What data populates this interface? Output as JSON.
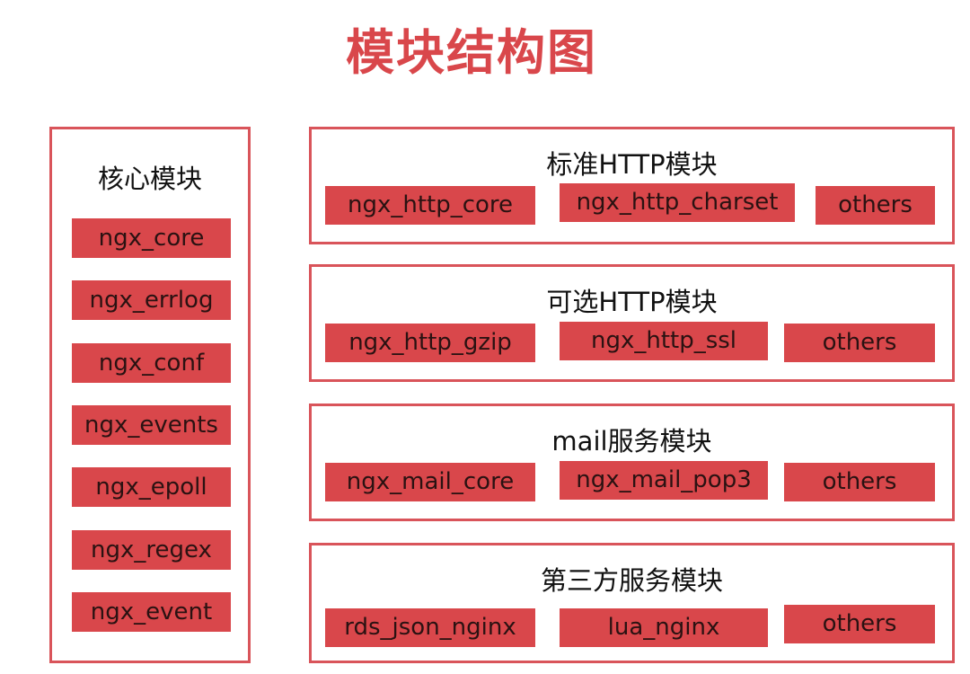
{
  "title": "模块结构图",
  "colors": {
    "accent": "#d9474b",
    "border": "#d9545a"
  },
  "core": {
    "heading": "核心模块",
    "items": [
      "ngx_core",
      "ngx_errlog",
      "ngx_conf",
      "ngx_events",
      "ngx_epoll",
      "ngx_regex",
      "ngx_event"
    ]
  },
  "groups": [
    {
      "heading": "标准HTTP模块",
      "items": [
        "ngx_http_core",
        "ngx_http_charset",
        "others"
      ]
    },
    {
      "heading": "可选HTTP模块",
      "items": [
        "ngx_http_gzip",
        "ngx_http_ssl",
        "others"
      ]
    },
    {
      "heading": "mail服务模块",
      "items": [
        "ngx_mail_core",
        "ngx_mail_pop3",
        "others"
      ]
    },
    {
      "heading": "第三方服务模块",
      "items": [
        "rds_json_nginx",
        "lua_nginx",
        "others"
      ]
    }
  ]
}
